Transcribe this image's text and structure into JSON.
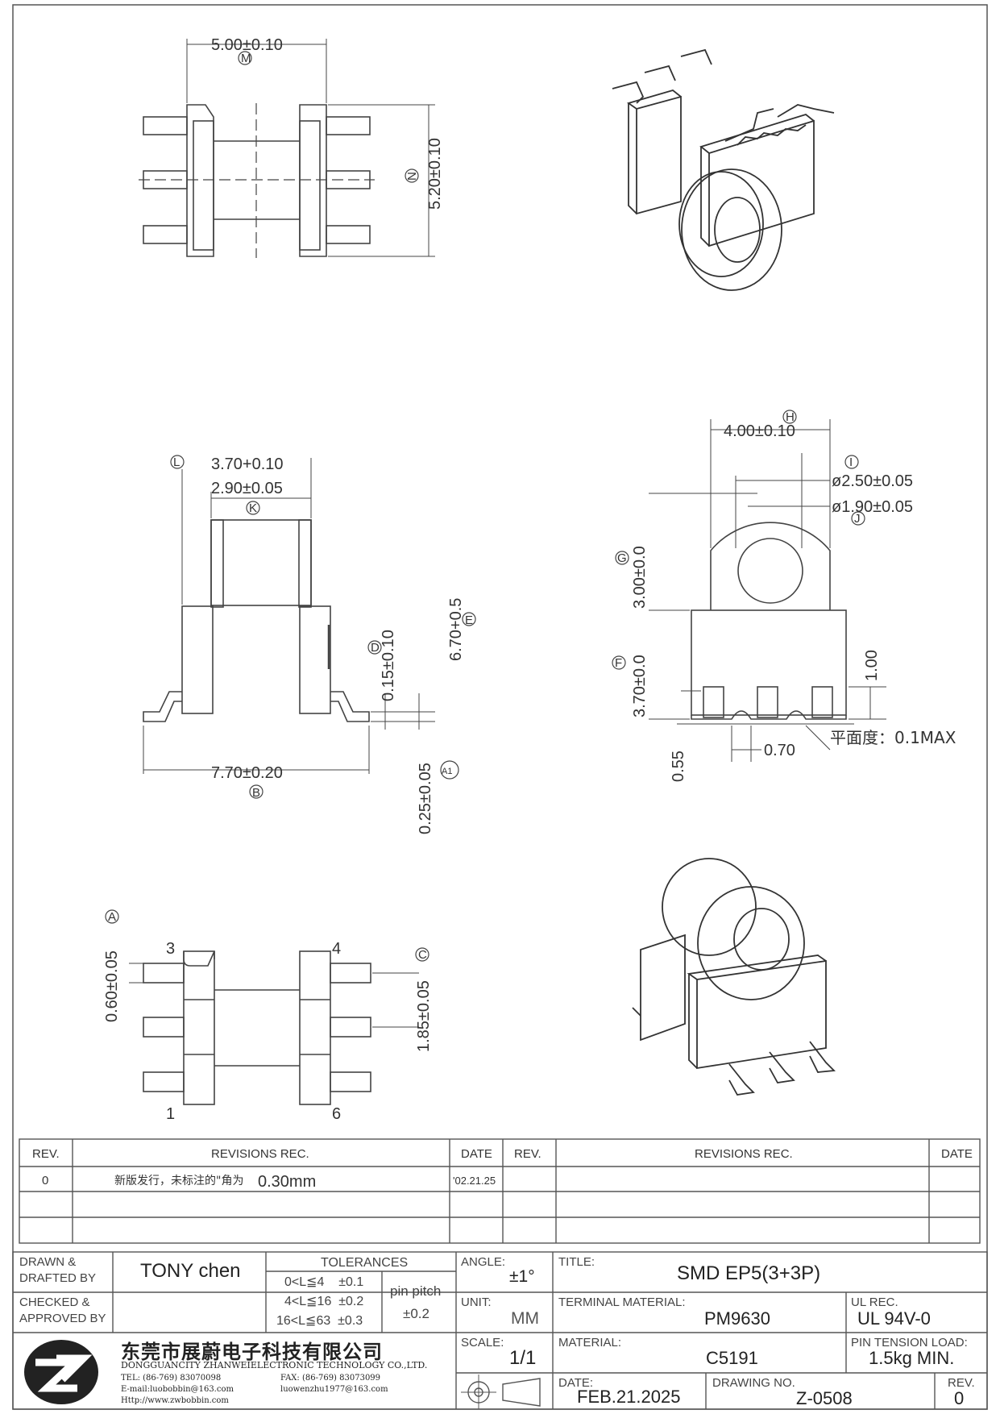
{
  "views": {
    "top": {
      "dim_m": "5.00±0.10",
      "bubble_m": "M",
      "dim_n": "5.20±0.10",
      "bubble_n": "N"
    },
    "front": {
      "dim_l": "3.70+0.10",
      "bubble_l": "L",
      "dim_k": "2.90±0.05",
      "bubble_k": "K",
      "dim_e": "6.70+0.5",
      "bubble_e": "E",
      "dim_d": "0.15±0.10",
      "bubble_d": "D",
      "dim_b": "7.70±0.20",
      "bubble_b": "B",
      "dim_a1": "0.25±0.05",
      "bubble_a1": "A1"
    },
    "side": {
      "dim_h": "4.00±0.10",
      "bubble_h": "H",
      "dim_i": "ø2.50±0.05",
      "bubble_i": "I",
      "dim_j": "ø1.90±0.05",
      "bubble_j": "J",
      "dim_g": "3.00±0.0",
      "bubble_g": "G",
      "dim_f": "3.70±0.0",
      "bubble_f": "F",
      "dim_1": "1.00",
      "dim_055": "0.55",
      "dim_070": "0.70",
      "flatness": "平面度：0.1MAX"
    },
    "bottom": {
      "dim_a": "0.60±0.05",
      "bubble_a": "A",
      "dim_c": "1.85±0.05",
      "bubble_c": "C",
      "pin3": "3",
      "pin4": "4",
      "pin1": "1",
      "pin6": "6"
    }
  },
  "revisions": {
    "headers": {
      "rev": "REV.",
      "rec": "REVISIONS    REC.",
      "date": "DATE"
    },
    "rows": [
      {
        "rev": "0",
        "rec_cn": "新版发行，未标注的\"角为",
        "rec_val": "0.30mm",
        "date": "'02.21.25"
      }
    ]
  },
  "title_block": {
    "drawn_label": "DRAWN &\nDRAFTED BY",
    "drawn_value": "TONY chen",
    "checked_label": "CHECKED &\nAPPROVED BY",
    "tolerances_label": "TOLERANCES",
    "tol_rows": [
      "0<L≦4    ±0.1",
      "4<L≦16  ±0.2",
      "16<L≦63  ±0.3"
    ],
    "pin_pitch_label": "pin pitch",
    "pin_pitch_value": "±0.2",
    "angle_label": "ANGLE:",
    "angle_value": "±1°",
    "unit_label": "UNIT:",
    "unit_value": "MM",
    "scale_label": "SCALE:",
    "scale_value": "1/1",
    "title_label": "TITLE:",
    "title_value": "SMD  EP5(3+3P)",
    "terminal_label": "TERMINAL MATERIAL:",
    "terminal_value": "PM9630",
    "ul_label": "UL REC.",
    "ul_value": "UL 94V-0",
    "material_label": "MATERIAL:",
    "material_value": "C5191",
    "pin_tension_label": "PIN TENSION LOAD:",
    "pin_tension_value": "1.5kg  MIN.",
    "date_label": "DATE:",
    "date_value": "FEB.21.2025",
    "drawing_no_label": "DRAWING NO.",
    "drawing_no_value": "Z-0508",
    "rev_label": "REV.",
    "rev_value": "0",
    "company_cn": "东莞市展蔚电子科技有限公司",
    "company_en": "DONGGUANCITY ZHANWEIELECTRONIC TECHNOLOGY CO.,LTD.",
    "tel": "TEL: (86-769) 83070098",
    "fax": "FAX: (86-769) 83073099",
    "email1": "E-mail:luobobbin@163.com",
    "email2": "luowenzhu1977@163.com",
    "web": "Http://www.zwbobbin.com"
  },
  "colors": {
    "line": "#555555",
    "bg": "#ffffff"
  }
}
